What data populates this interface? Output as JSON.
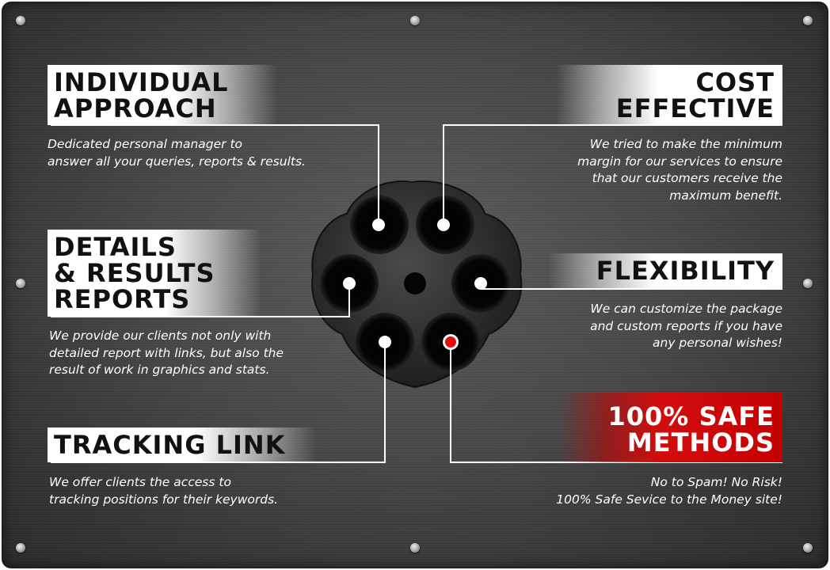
{
  "features": [
    {
      "title": "INDIVIDUAL\nAPPROACH",
      "description": "Dedicated personal manager to\nanswer all your queries, reports & results."
    },
    {
      "title": "COST\nEFFECTIVE",
      "description": "We tried to make the minimum\nmargin for our services to ensure\nthat our customers receive the\nmaximum benefit."
    },
    {
      "title": "DETAILS\n& RESULTS\nREPORTS",
      "description": "We provide our clients not only with\ndetailed report with links, but also the\nresult of work in graphics and stats."
    },
    {
      "title": "FLEXIBILITY",
      "description": "We can customize the package\nand custom reports if you have\nany personal wishes!"
    },
    {
      "title": "TRACKING LINK",
      "description": "We offer clients the access to\ntracking positions for their keywords."
    },
    {
      "title": "100% SAFE\nMETHODS",
      "description": "No to Spam! No Risk!\n100% Safe Sevice to the Money site!"
    }
  ],
  "colors": {
    "plate": "#474747",
    "title_text": "#111111",
    "title_background": "#ffffff",
    "highlight_background": "#c40000",
    "highlight_text": "#ffffff",
    "description_text": "#ffffff",
    "red_dot": "#e01010"
  },
  "icons": [
    "revolver-cylinder-icon",
    "screw-icon"
  ]
}
